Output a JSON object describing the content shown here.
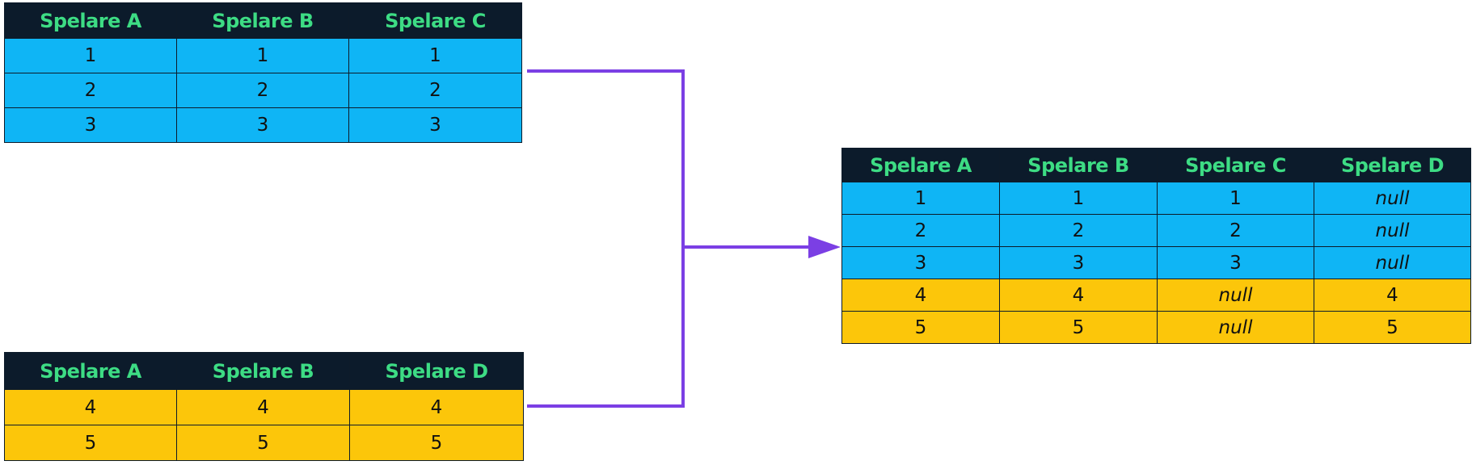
{
  "table_top": {
    "headers": [
      "Spelare A",
      "Spelare B",
      "Spelare C"
    ],
    "rows": [
      [
        "1",
        "1",
        "1"
      ],
      [
        "2",
        "2",
        "2"
      ],
      [
        "3",
        "3",
        "3"
      ]
    ]
  },
  "table_bottom": {
    "headers": [
      "Spelare A",
      "Spelare B",
      "Spelare D"
    ],
    "rows": [
      [
        "4",
        "4",
        "4"
      ],
      [
        "5",
        "5",
        "5"
      ]
    ]
  },
  "table_result": {
    "headers": [
      "Spelare A",
      "Spelare B",
      "Spelare C",
      "Spelare D"
    ],
    "rows": [
      [
        "1",
        "1",
        "1",
        "null"
      ],
      [
        "2",
        "2",
        "2",
        "null"
      ],
      [
        "3",
        "3",
        "3",
        "null"
      ],
      [
        "4",
        "4",
        "null",
        "4"
      ],
      [
        "5",
        "5",
        "null",
        "5"
      ]
    ]
  },
  "colors": {
    "header_bg": "#0c1b2b",
    "header_text": "#3ddc84",
    "top_rows": "#0fb5f5",
    "bottom_rows": "#fcc60a",
    "connector": "#7b3fe4"
  }
}
